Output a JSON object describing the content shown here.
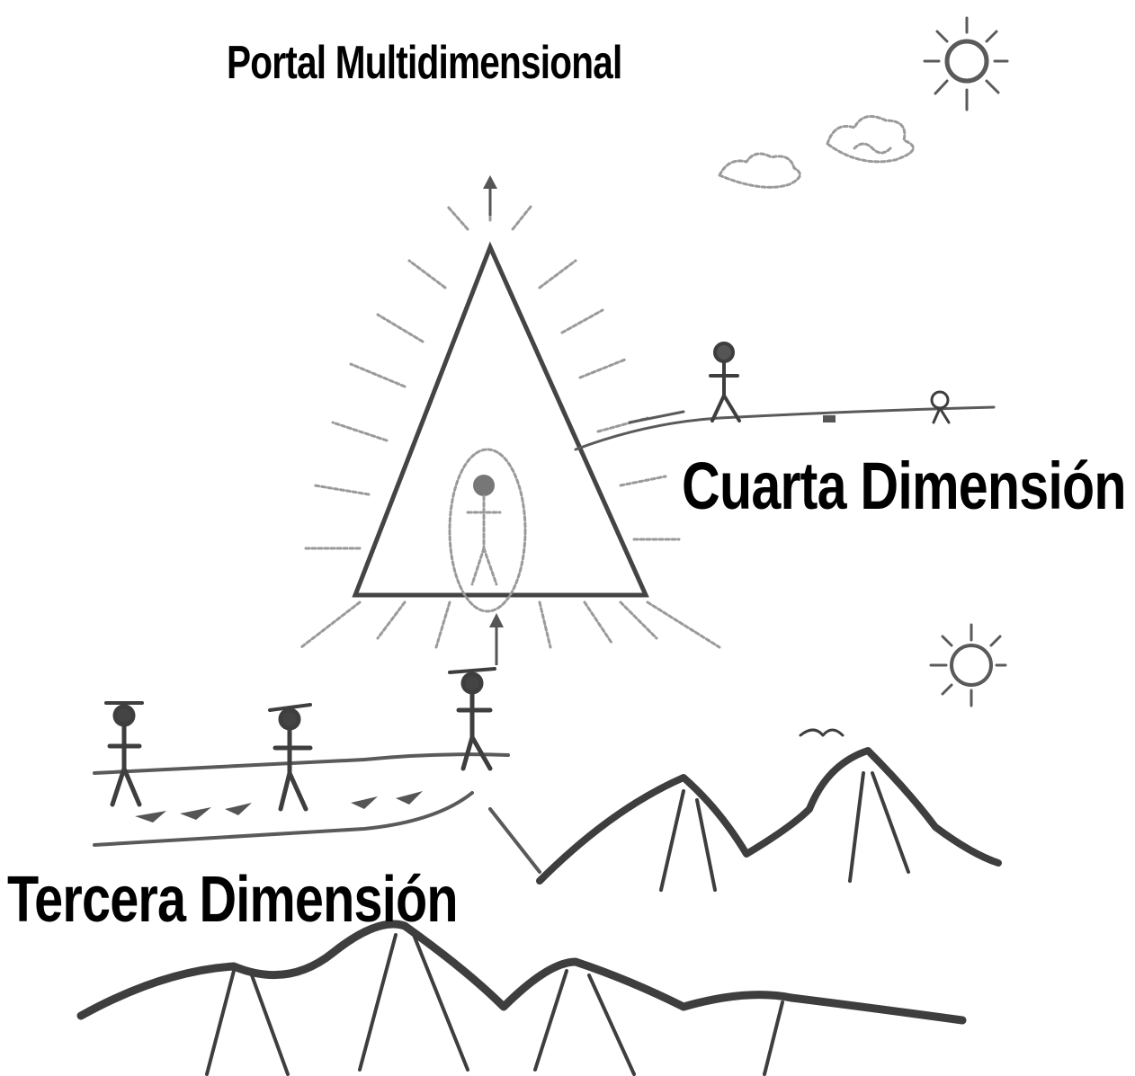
{
  "labels": {
    "title": "Portal Multidimensional",
    "fourth": "Cuarta Dimensión",
    "third": "Tercera Dimensión"
  },
  "colors": {
    "text": "#000000",
    "sketch": "#5a5a5a",
    "background": "#ffffff"
  }
}
